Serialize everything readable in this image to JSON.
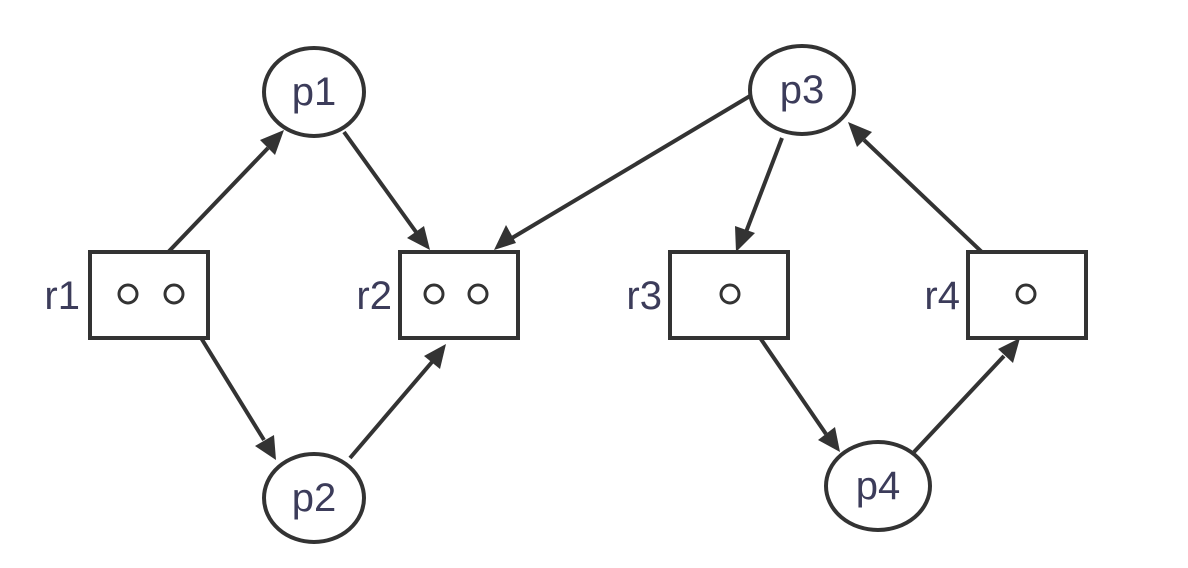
{
  "colors": {
    "stroke": "#333333",
    "label": "#3c3c5a",
    "background": "#ffffff"
  },
  "processes": [
    {
      "id": "p1",
      "label": "p1"
    },
    {
      "id": "p2",
      "label": "p2"
    },
    {
      "id": "p3",
      "label": "p3"
    },
    {
      "id": "p4",
      "label": "p4"
    }
  ],
  "resources": [
    {
      "id": "r1",
      "label": "r1",
      "instances": 2
    },
    {
      "id": "r2",
      "label": "r2",
      "instances": 2
    },
    {
      "id": "r3",
      "label": "r3",
      "instances": 1
    },
    {
      "id": "r4",
      "label": "r4",
      "instances": 1
    }
  ],
  "edges": [
    {
      "from": "r1",
      "to": "p1",
      "kind": "assignment"
    },
    {
      "from": "r1",
      "to": "p2",
      "kind": "assignment"
    },
    {
      "from": "p1",
      "to": "r2",
      "kind": "request"
    },
    {
      "from": "p2",
      "to": "r2",
      "kind": "request"
    },
    {
      "from": "p3",
      "to": "r2",
      "kind": "request"
    },
    {
      "from": "p3",
      "to": "r3",
      "kind": "request"
    },
    {
      "from": "r3",
      "to": "p4",
      "kind": "assignment"
    },
    {
      "from": "p4",
      "to": "r4",
      "kind": "request"
    },
    {
      "from": "r4",
      "to": "p3",
      "kind": "assignment"
    }
  ]
}
